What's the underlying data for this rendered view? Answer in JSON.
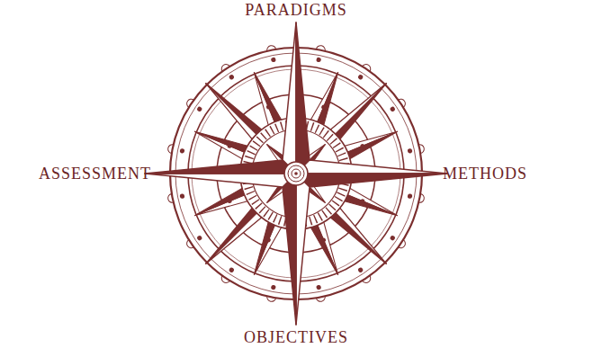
{
  "diagram": {
    "labels": [
      "PARADIGMS",
      "ASSESSMENT",
      "METHODS",
      "OBJECTIVES"
    ]
  }
}
